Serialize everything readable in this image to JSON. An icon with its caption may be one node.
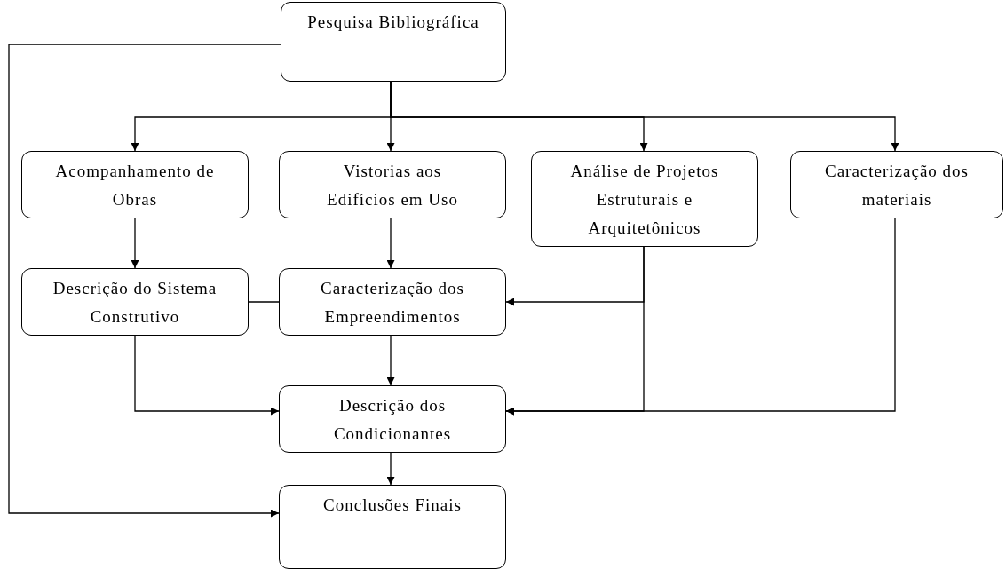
{
  "diagram": {
    "nodes": [
      {
        "text": [
          "Pesquisa Bibliográfica"
        ]
      },
      {
        "text": [
          "Acompanhamento de Obras"
        ]
      },
      {
        "text": [
          "Vistorias aos Edifícios em Uso"
        ]
      },
      {
        "text": [
          "Análise de Projetos Estruturais e Arquitetônicos"
        ]
      },
      {
        "text": [
          "Caracterização dos materiais"
        ]
      },
      {
        "text": [
          "Descrição do Sistema Construtivo"
        ]
      },
      {
        "text": [
          "Caracterização dos Empreendimentos"
        ]
      },
      {
        "text": [
          "Descrição dos Condicionantes"
        ]
      },
      {
        "text": [
          "Conclusões Finais"
        ]
      }
    ],
    "edges": [
      {
        "from": 0,
        "to": 1,
        "arrow": "to"
      },
      {
        "from": 0,
        "to": 2,
        "arrow": "to"
      },
      {
        "from": 0,
        "to": 3,
        "arrow": "to"
      },
      {
        "from": 0,
        "to": 4,
        "arrow": "to"
      },
      {
        "from": 0,
        "to": 8,
        "arrow": "to"
      },
      {
        "from": 1,
        "to": 5,
        "arrow": "to"
      },
      {
        "from": 2,
        "to": 6,
        "arrow": "to"
      },
      {
        "from": 3,
        "to": 6,
        "arrow": "to"
      },
      {
        "from": 5,
        "to": 6,
        "arrow": "none"
      },
      {
        "from": 6,
        "to": 7,
        "arrow": "to"
      },
      {
        "from": 5,
        "to": 7,
        "arrow": "to"
      },
      {
        "from": 3,
        "to": 7,
        "arrow": "to"
      },
      {
        "from": 4,
        "to": 7,
        "arrow": "to"
      },
      {
        "from": 7,
        "to": 8,
        "arrow": "to"
      }
    ]
  }
}
